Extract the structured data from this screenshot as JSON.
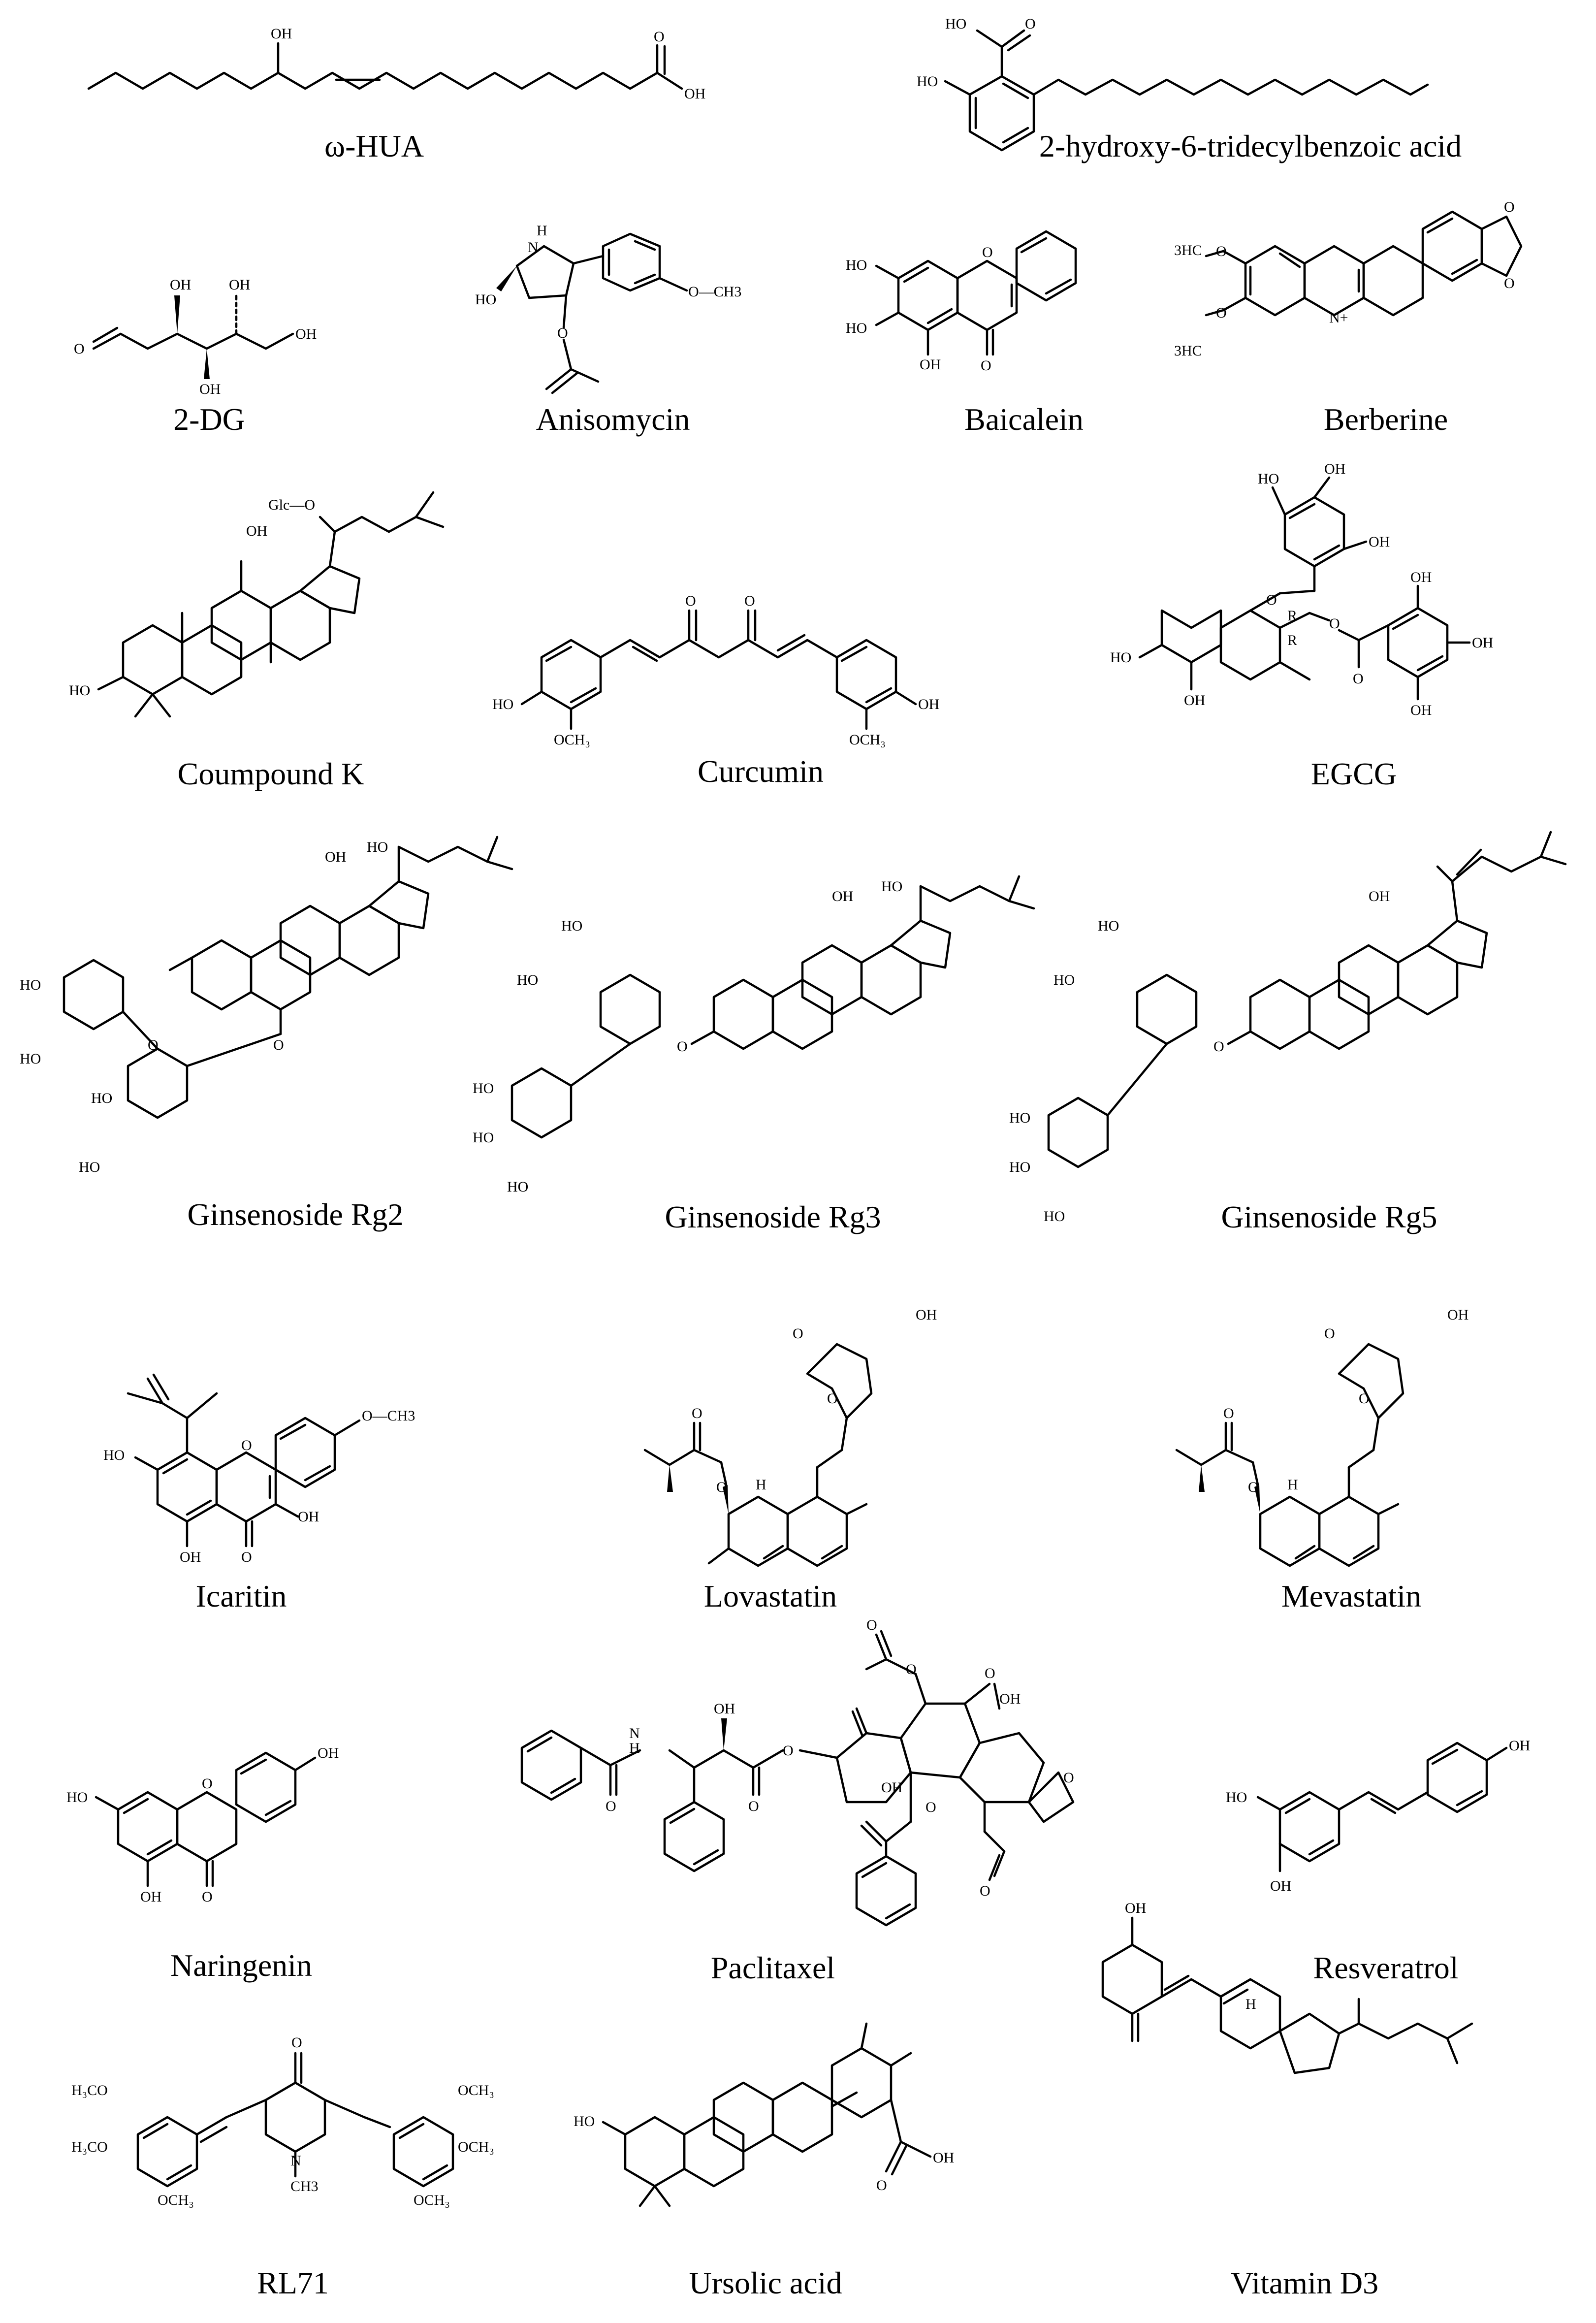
{
  "figure_title": "",
  "compounds": [
    {
      "id": "whua",
      "name": "ω-HUA"
    },
    {
      "id": "htba",
      "name": "2-hydroxy-6-tridecylbenzoic acid"
    },
    {
      "id": "dg",
      "name": "2-DG"
    },
    {
      "id": "anisomycin",
      "name": "Anisomycin"
    },
    {
      "id": "baicalein",
      "name": "Baicalein"
    },
    {
      "id": "berberine",
      "name": "Berberine"
    },
    {
      "id": "ck",
      "name": "Coumpound K"
    },
    {
      "id": "curcumin",
      "name": "Curcumin"
    },
    {
      "id": "egcg",
      "name": "EGCG"
    },
    {
      "id": "rg2",
      "name": "Ginsenoside Rg2"
    },
    {
      "id": "rg3",
      "name": "Ginsenoside Rg3"
    },
    {
      "id": "rg5",
      "name": "Ginsenoside Rg5"
    },
    {
      "id": "icaritin",
      "name": "Icaritin"
    },
    {
      "id": "lovastatin",
      "name": "Lovastatin"
    },
    {
      "id": "mevastatin",
      "name": "Mevastatin"
    },
    {
      "id": "naringenin",
      "name": "Naringenin"
    },
    {
      "id": "paclitaxel",
      "name": "Paclitaxel"
    },
    {
      "id": "resveratrol",
      "name": "Resveratrol"
    },
    {
      "id": "rl71",
      "name": "RL71"
    },
    {
      "id": "ursolic",
      "name": "Ursolic acid"
    },
    {
      "id": "vitd3",
      "name": "Vitamin D3"
    }
  ],
  "atom_labels": {
    "oh": "OH",
    "ho": "HO",
    "o": "O",
    "n": "N",
    "h": "H",
    "nh": "H",
    "nplus": "N+",
    "och3": "OCH3",
    "och3_sub": "OCH₃",
    "h3co": "H₃CO",
    "ch3": "CH3",
    "o_ch3": "O—CH3",
    "o3hc": "3HC",
    "glc": "Glc—O",
    "r": "R"
  }
}
